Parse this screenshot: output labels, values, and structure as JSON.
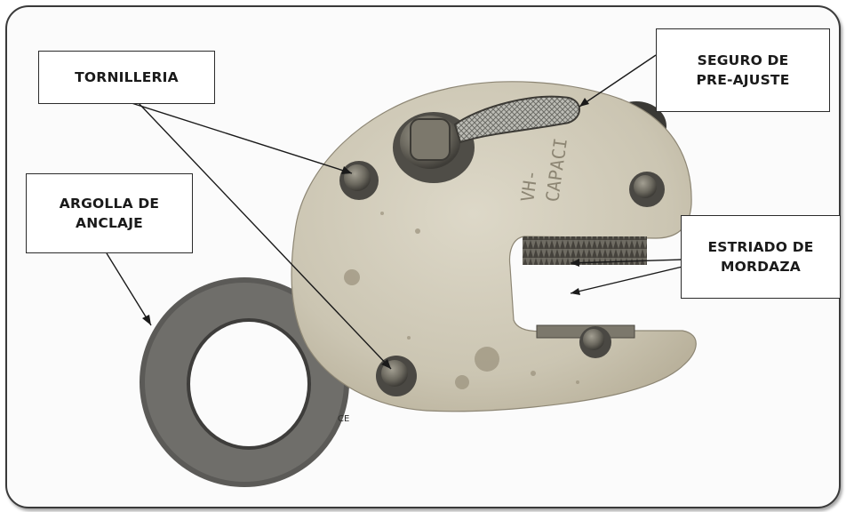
{
  "labels": {
    "tornilleria": [
      "TORNILLERIA"
    ],
    "seguro": [
      "SEGURO DE",
      "PRE-AJUSTE"
    ],
    "argolla": [
      "ARGOLLA DE",
      "ANCLAJE"
    ],
    "estriado": [
      "ESTRIADO DE",
      "MORDAZA"
    ]
  },
  "device_stamp": [
    "VH-",
    "CAPACI"
  ],
  "colors": {
    "plate": "#cfc9b8",
    "ring": "#5e5d5a",
    "bolt": "#6d6a60",
    "frame": "#3a3a3a"
  }
}
